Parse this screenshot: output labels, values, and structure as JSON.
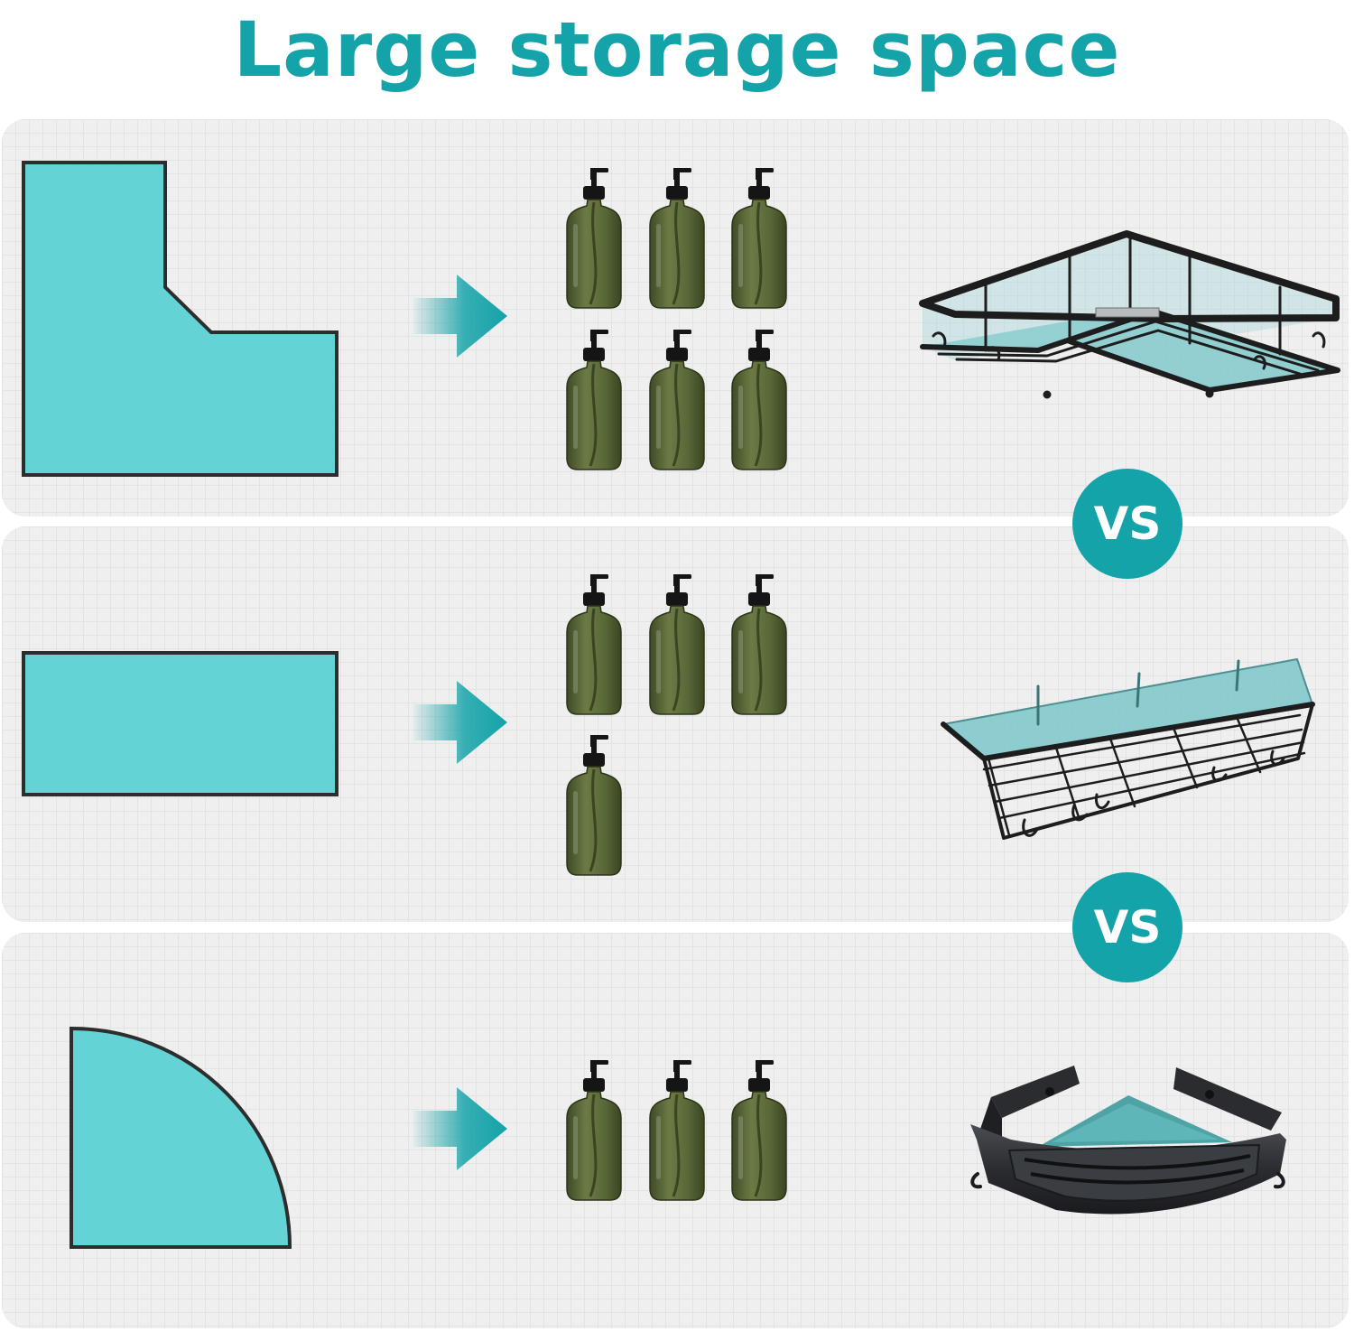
{
  "title": "Large storage space",
  "colors": {
    "title": "#14a3a8",
    "vs_badge": "#14a3a8",
    "shape_fill": "#64d3d6",
    "shape_outline": "#2d2d2d",
    "arrow": "#14a3a8",
    "bottle_glass": "#58673a",
    "bottle_pump": "#151515",
    "rack_metal": "#1d1d1d",
    "rack_shelf": "#7cc7c9"
  },
  "comparisons": [
    {
      "shape": "l-shape",
      "bottle_count": 6,
      "rack": "l-shaped-wire-corner-shelf"
    },
    {
      "shape": "rectangle",
      "bottle_count": 4,
      "rack": "rectangular-wire-shelf"
    },
    {
      "shape": "quarter-circle",
      "bottle_count": 3,
      "rack": "triangular-corner-caddy"
    }
  ],
  "vs_badges": [
    "VS",
    "VS"
  ]
}
